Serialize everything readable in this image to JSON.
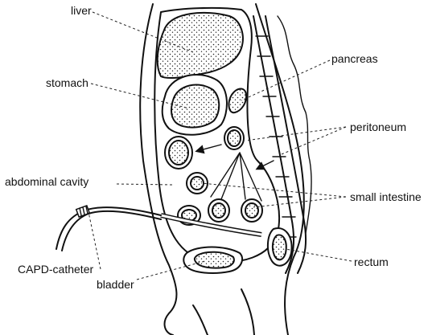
{
  "labels": {
    "liver": "liver",
    "stomach": "stomach",
    "abdominal_cavity": "abdominal cavity",
    "capd_catheter": "CAPD-catheter",
    "bladder": "bladder",
    "pancreas": "pancreas",
    "peritoneum": "peritoneum",
    "small_intestine": "small intestine",
    "rectum": "rectum"
  }
}
